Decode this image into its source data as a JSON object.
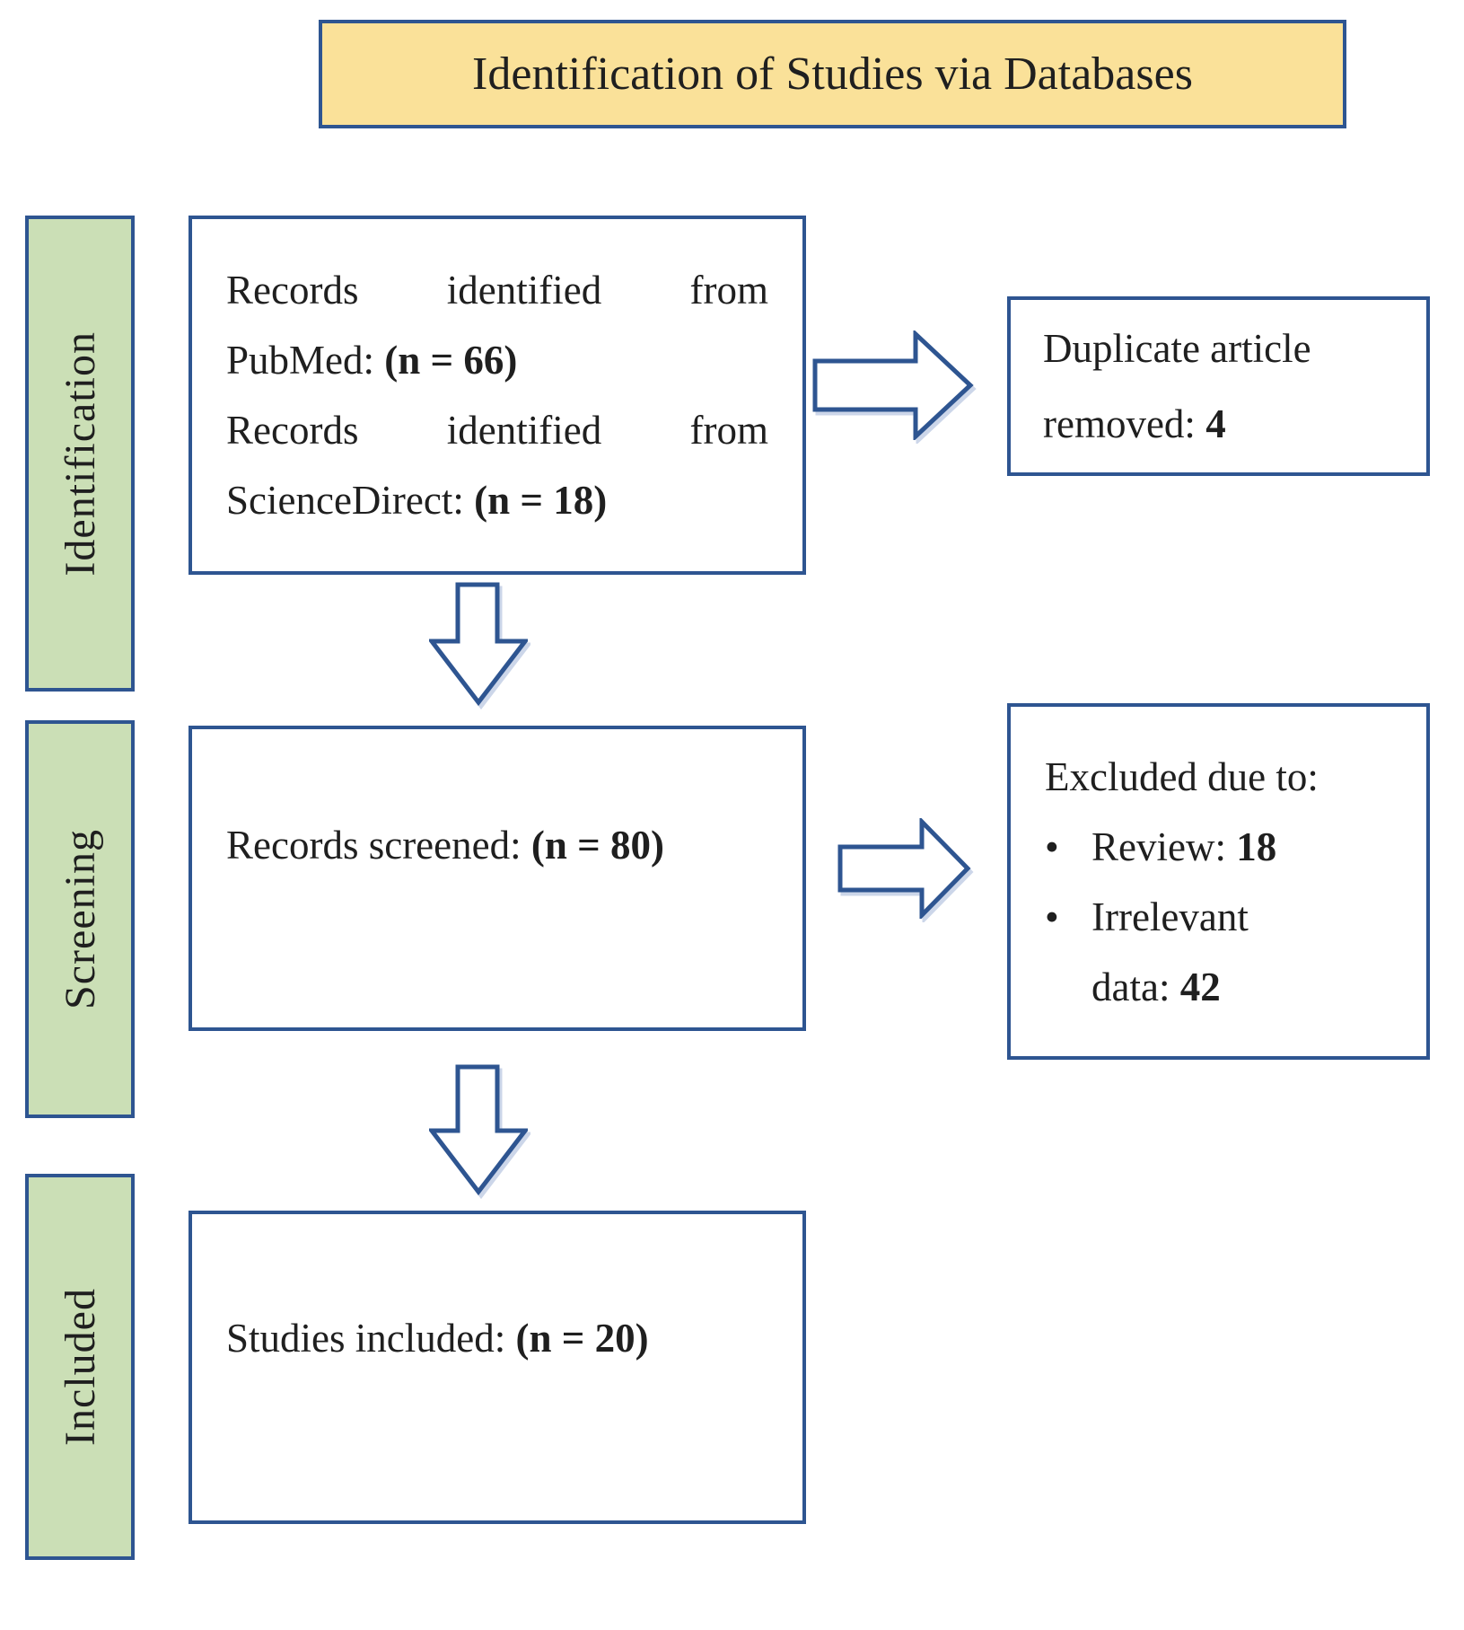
{
  "title": "Identification of Studies via Databases",
  "sidebar": {
    "identification": "Identification",
    "screening": "Screening",
    "included": "Included"
  },
  "flow": {
    "records_identified": {
      "line1": "Records identified from",
      "pubmed_label": "PubMed: ",
      "pubmed_value": "(n = 66)",
      "line3": "Records identified from",
      "sciencedirect_label": "ScienceDirect: ",
      "sciencedirect_value": "(n = 18)"
    },
    "records_screened": {
      "label": "Records screened: ",
      "value": "(n = 80)"
    },
    "studies_included": {
      "label": "Studies included: ",
      "value": "(n = 20)"
    },
    "duplicate_removed": {
      "line1": "Duplicate article",
      "line2_label": "removed: ",
      "value": "4"
    },
    "excluded": {
      "heading": "Excluded due to:",
      "bullet": "•",
      "review_label": "Review: ",
      "review_value": "18",
      "irrelevant_line1": "Irrelevant",
      "irrelevant_line2_label": "data: ",
      "irrelevant_value": "42"
    }
  },
  "colors": {
    "border_blue": "#2E5591",
    "title_fill": "#FAE199",
    "stage_fill": "#CBDFB6",
    "arrow_fill": "#FFFFFF",
    "text": "#1F1F1F"
  }
}
